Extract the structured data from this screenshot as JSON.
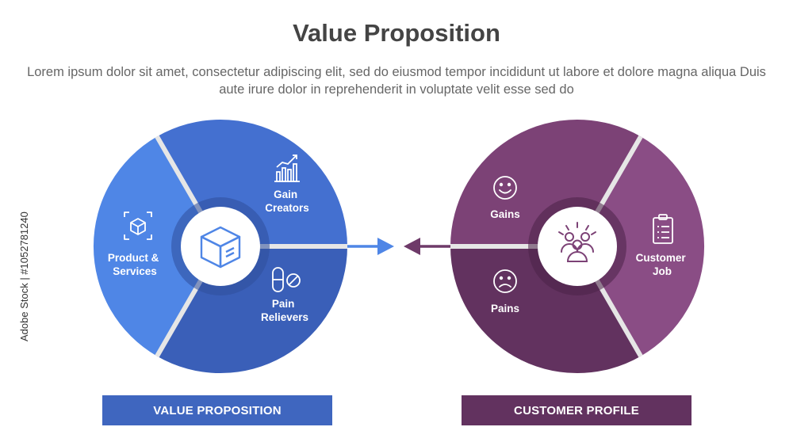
{
  "title": "Value Proposition",
  "description": "Lorem ipsum dolor sit amet, consectetur adipiscing elit, sed do eiusmod tempor incididunt ut labore et dolore magna aliqua Duis aute irure dolor in reprehenderit in voluptate velit esse sed do",
  "value_proposition": {
    "segments": {
      "gain_creators": [
        "Gain",
        "Creators"
      ],
      "product_services": [
        "Product &",
        "Services"
      ],
      "pain_relievers": [
        "Pain",
        "Relievers"
      ]
    },
    "bar_label": "VALUE PROPOSITION",
    "colors": {
      "light": "#4f86e6",
      "mid": "#4470d0",
      "dark": "#3a5fb8",
      "arrow": "#4f86e6"
    },
    "icons": {
      "gain_creators": "bar-chart-icon",
      "product_services": "box-scan-icon",
      "pain_relievers": "pill-icon",
      "center": "cube-icon"
    }
  },
  "customer_profile": {
    "segments": {
      "gains": [
        "Gains"
      ],
      "customer_job": [
        "Customer",
        "Job"
      ],
      "pains": [
        "Pains"
      ]
    },
    "bar_label": "CUSTOMER PROFILE",
    "colors": {
      "top": "#7c4276",
      "right": "#8a4d85",
      "bottom": "#62325f",
      "arrow": "#6e3a69"
    },
    "icons": {
      "gains": "smile-icon",
      "customer_job": "clipboard-icon",
      "pains": "frown-icon",
      "center": "people-group-icon"
    }
  },
  "side_credit": "Adobe Stock | #1052781240"
}
